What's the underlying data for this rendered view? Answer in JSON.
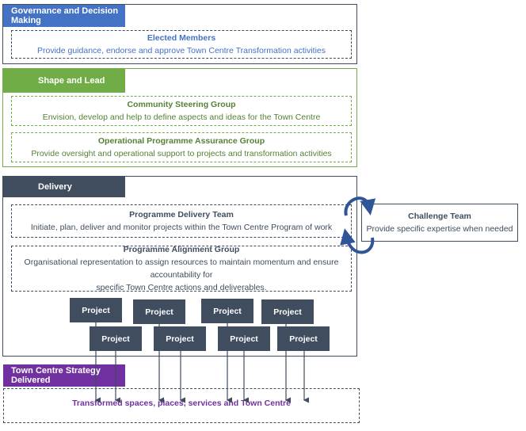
{
  "governance": {
    "tab_label": "Governance and Decision Making",
    "box": {
      "title": "Elected Members",
      "text": "Provide guidance, endorse and approve Town Centre Transformation activities"
    }
  },
  "shape_lead": {
    "tab_label": "Shape and Lead",
    "boxes": [
      {
        "title": "Community Steering Group",
        "text": "Envision, develop and help to define aspects and ideas for the Town Centre"
      },
      {
        "title": "Operational Programme Assurance Group",
        "text": "Provide oversight and operational support to projects and transformation activities"
      }
    ]
  },
  "delivery": {
    "tab_label": "Delivery",
    "delivery_team": {
      "title": "Programme Delivery Team",
      "text": "Initiate, plan, deliver and monitor projects within the Town Centre Program of work"
    },
    "alignment_group": {
      "title": "Programme Alignment Group",
      "text_line1": "Organisational representation to assign resources to maintain momentum and ensure accountability for",
      "text_line2": "specific Town Centre actions and deliverables."
    },
    "projects": [
      "Project",
      "Project",
      "Project",
      "Project",
      "Project",
      "Project",
      "Project",
      "Project"
    ]
  },
  "challenge": {
    "title": "Challenge Team",
    "text": "Provide specific expertise when needed"
  },
  "outcome": {
    "tab_label": "Town Centre Strategy Delivered",
    "text": "Transformed spaces, places, services and Town Centre"
  },
  "colors": {
    "governance": "#4472c4",
    "shape_lead": "#70ad47",
    "shape_text": "#548235",
    "delivery": "#3f4d5e",
    "outcome": "#7030a0",
    "challenge_arrows": "#2e5597"
  }
}
